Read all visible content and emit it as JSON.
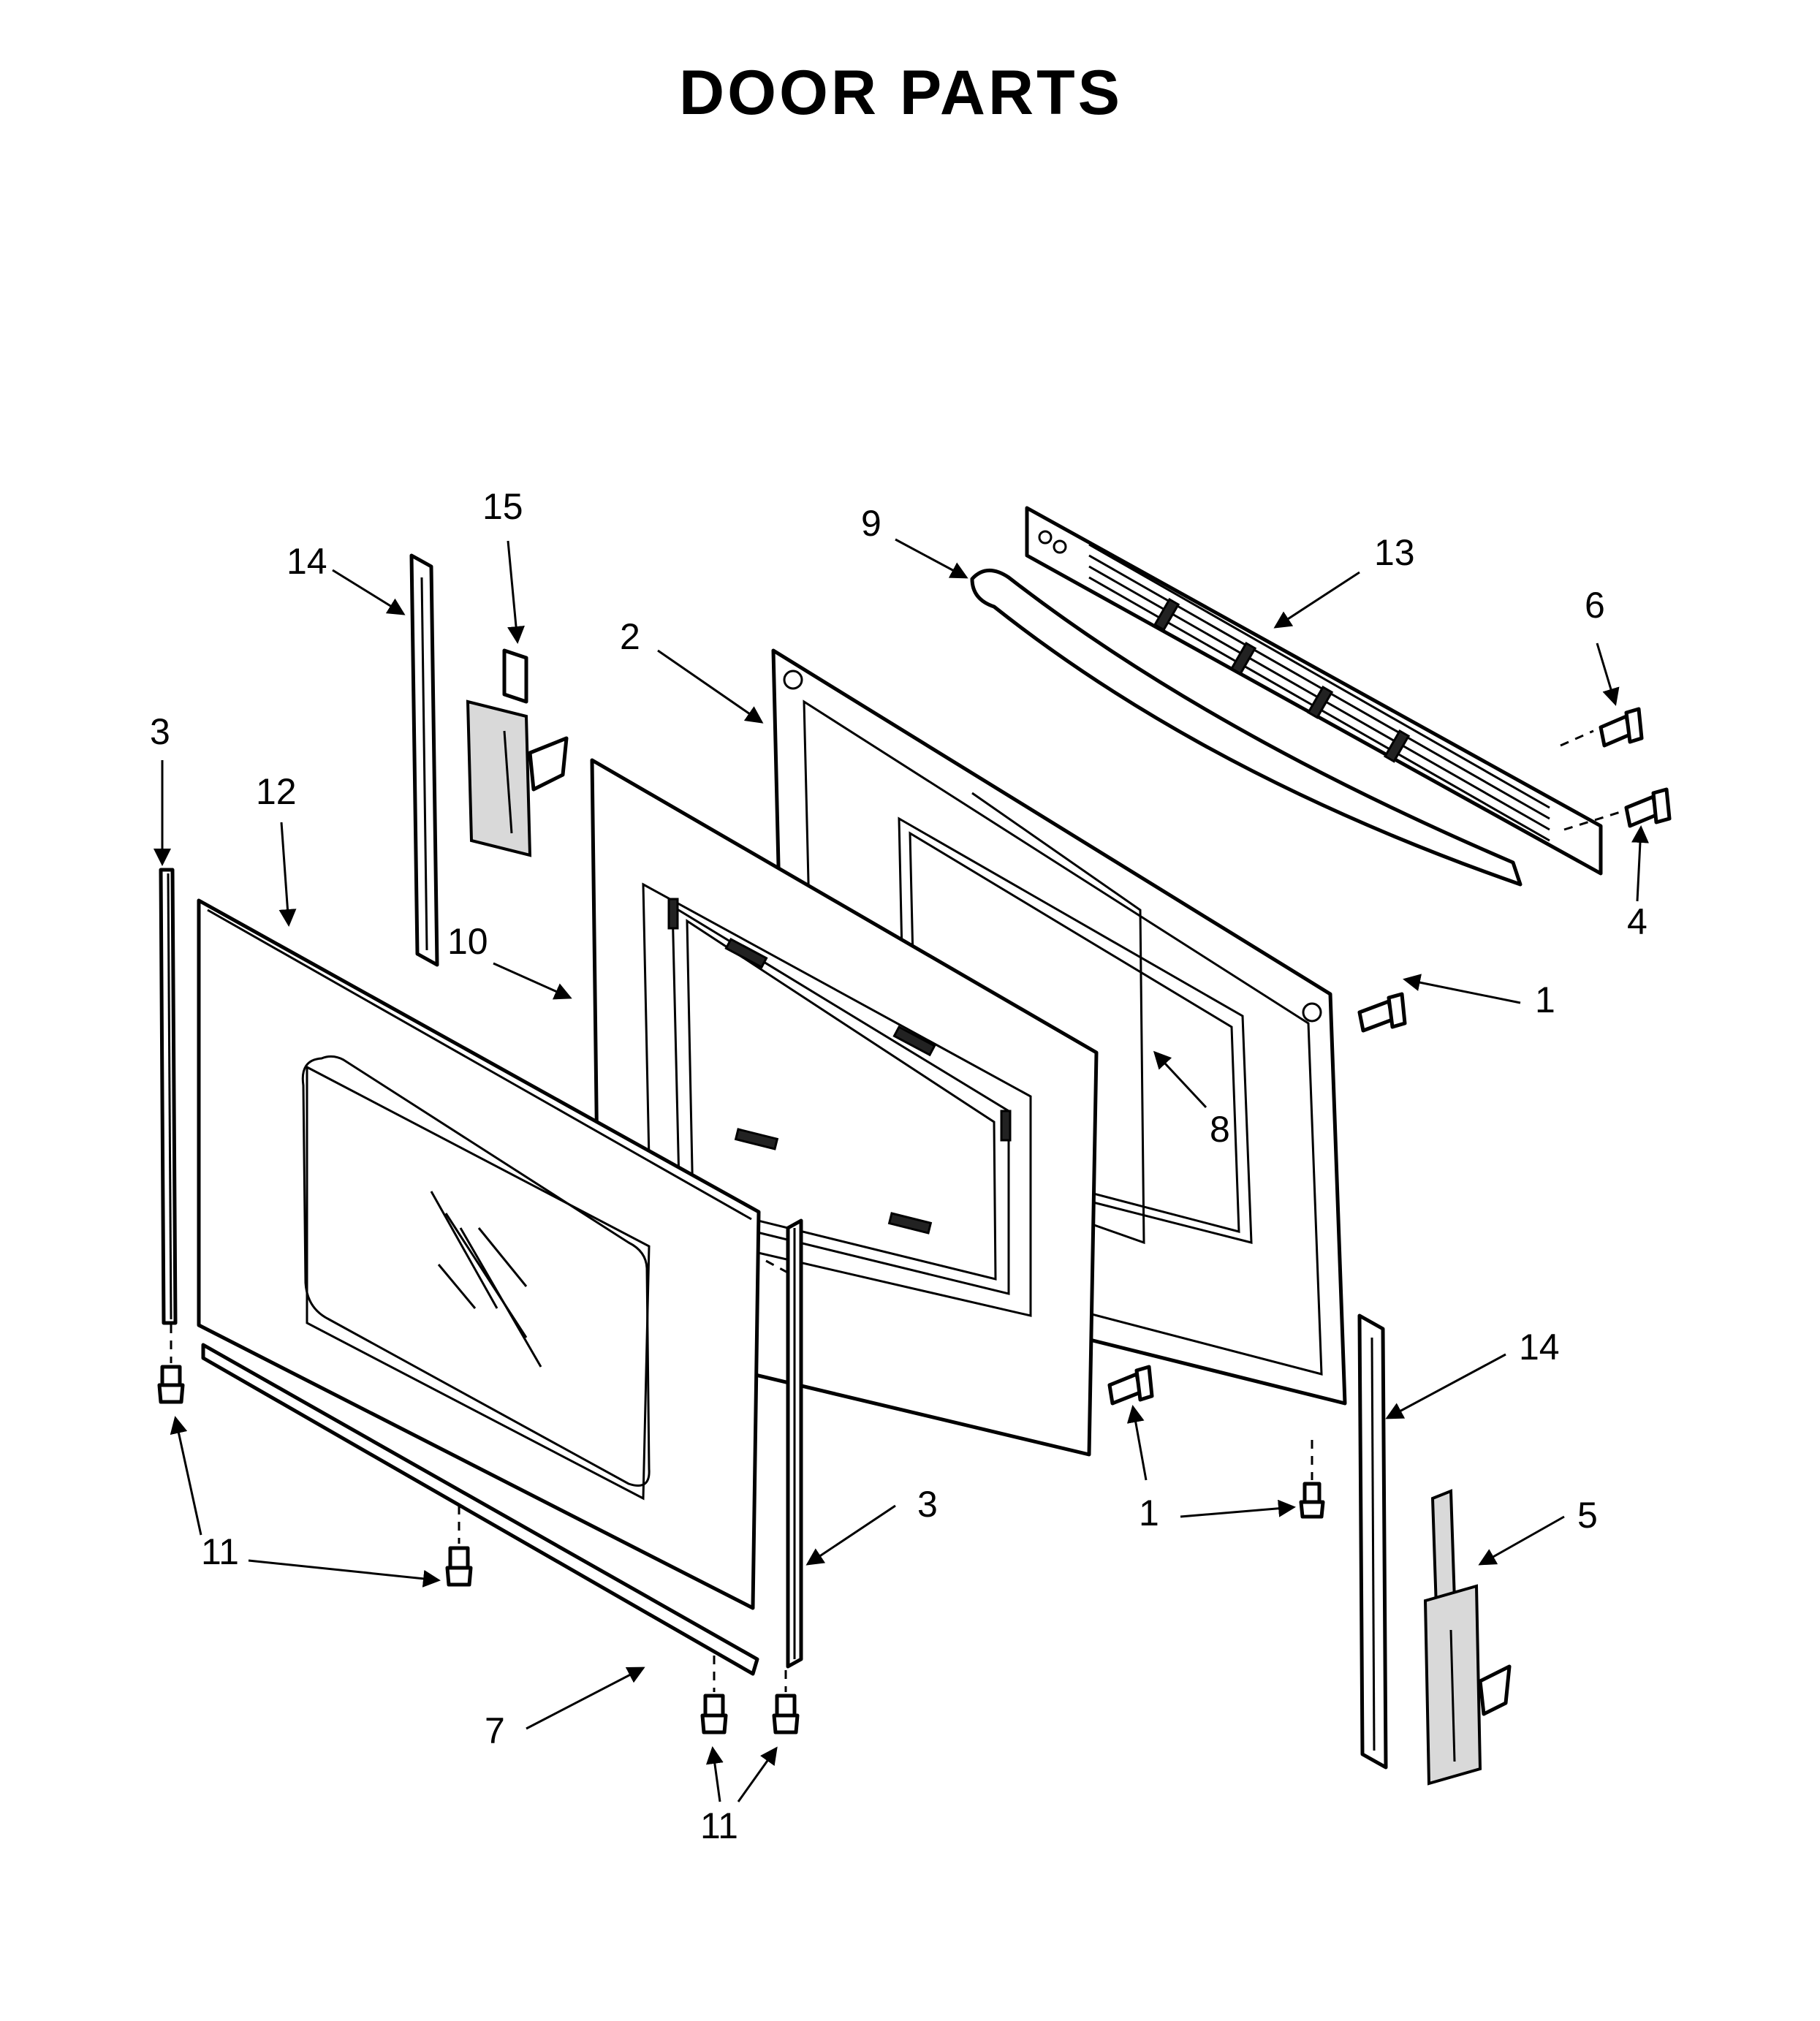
{
  "title": "DOOR PARTS",
  "callouts": {
    "c1a": "1",
    "c1b": "1",
    "c2": "2",
    "c3a": "3",
    "c3b": "3",
    "c4": "4",
    "c5": "5",
    "c6": "6",
    "c7": "7",
    "c8": "8",
    "c9": "9",
    "c10": "10",
    "c11a": "11",
    "c11b": "11",
    "c12": "12",
    "c13": "13",
    "c14a": "14",
    "c14b": "14",
    "c15": "15"
  }
}
